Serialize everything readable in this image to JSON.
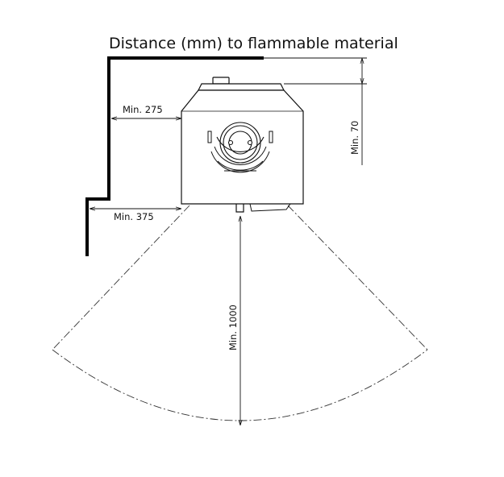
{
  "title": "Distance (mm) to flammable material",
  "dimensions": {
    "side_upper": "Min. 275",
    "side_lower": "Min. 375",
    "top": "Min. 70",
    "front": "Min. 1000"
  },
  "colors": {
    "line": "#111111",
    "wall": "#000000",
    "stove_fill": "#ffffff"
  }
}
